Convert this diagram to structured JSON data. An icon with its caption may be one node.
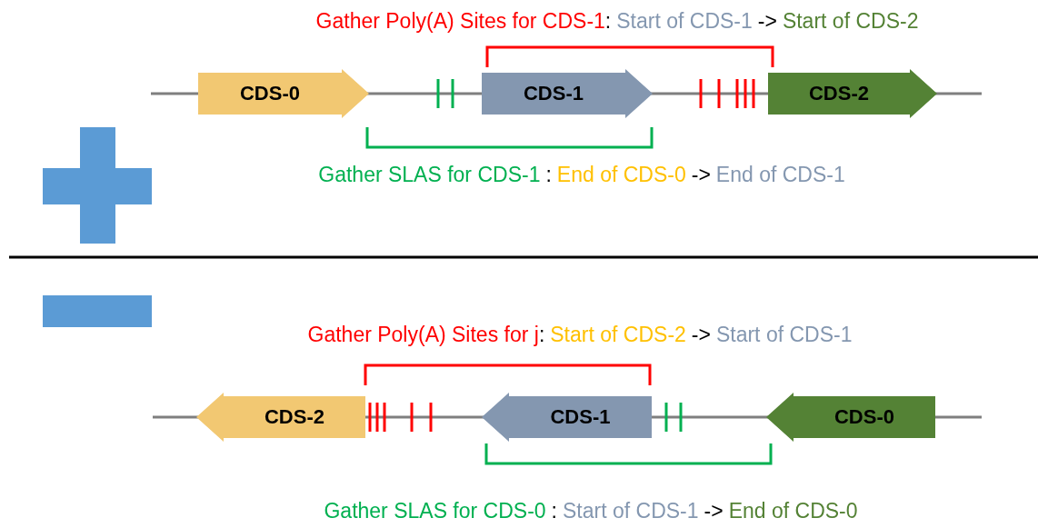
{
  "diagram": {
    "nodes": [
      {
        "text": [
          "CDS-0"
        ]
      },
      {
        "text": [
          "CDS-1"
        ]
      },
      {
        "text": [
          "CDS-2"
        ]
      },
      {
        "text": [
          "CDS-2"
        ]
      },
      {
        "text": [
          "CDS-1"
        ]
      },
      {
        "text": [
          "CDS-0"
        ]
      }
    ],
    "labels": [
      "Gather Poly(A) Sites for CDS-1",
      ":",
      "Start of CDS-1",
      "->",
      "Start of CDS-2",
      "Gather SLAS for CDS-1",
      ":",
      "End of CDS-0",
      "->",
      "End of CDS-1",
      "Gather Poly(A) Sites for j",
      ":",
      "Start of CDS-2",
      "->",
      "Start of CDS-1",
      "Gather SLAS for CDS-0",
      ":",
      "Start of CDS-1",
      "->",
      "End of CDS-0"
    ]
  }
}
